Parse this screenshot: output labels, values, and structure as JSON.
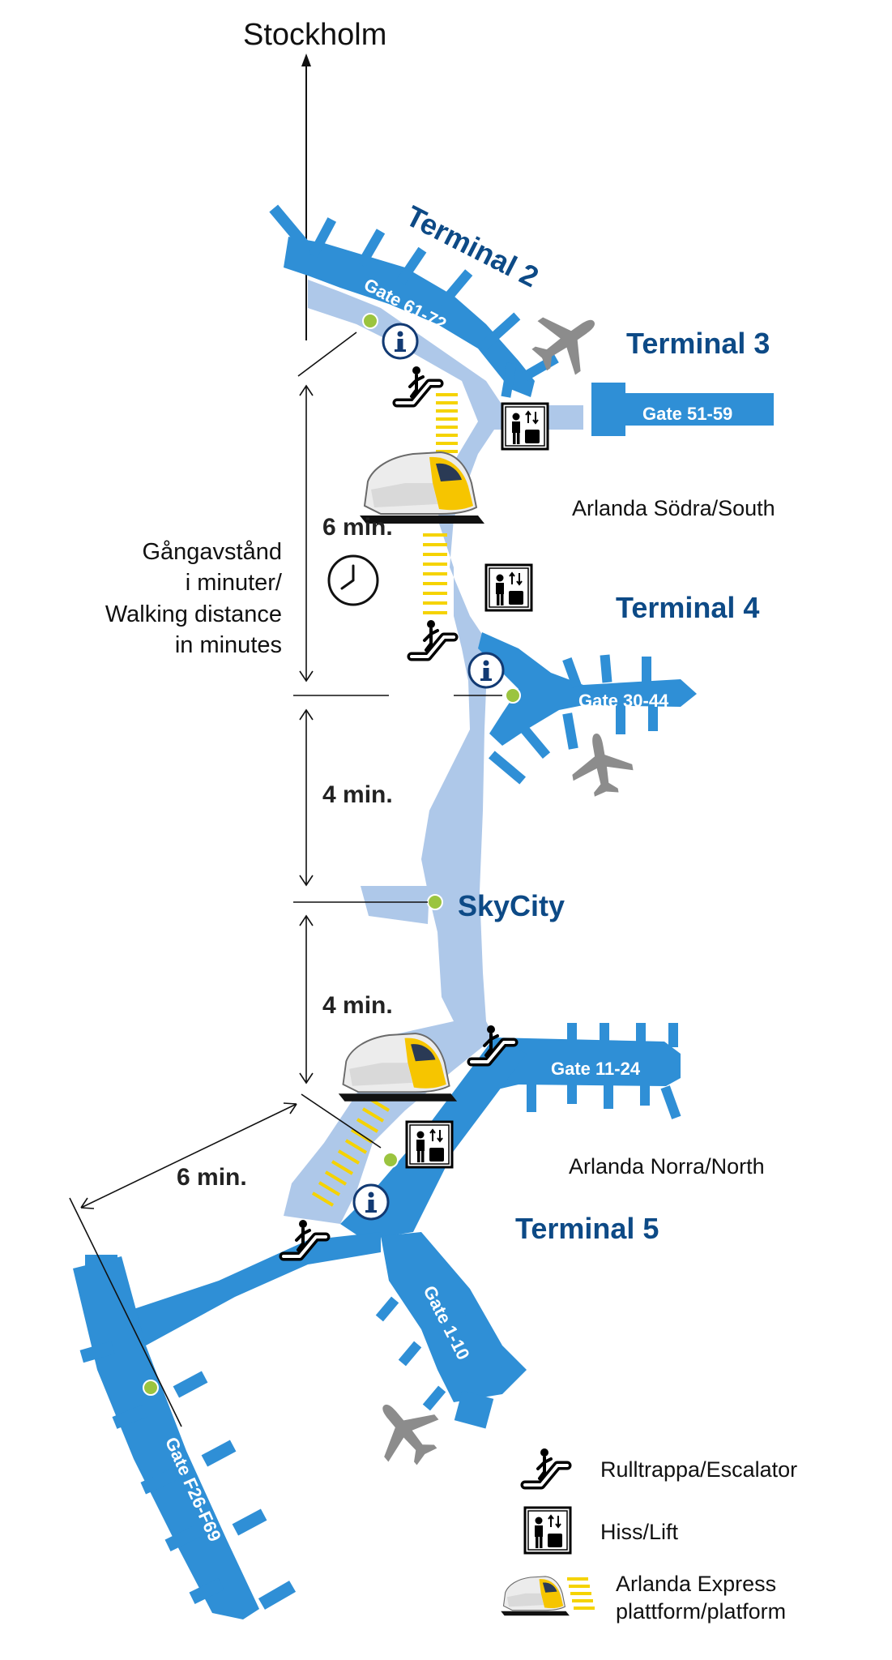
{
  "title": "Stockholm",
  "terminals": {
    "t2": "Terminal 2",
    "t3": "Terminal 3",
    "t4": "Terminal 4",
    "t5": "Terminal 5",
    "skycity": "SkyCity"
  },
  "areas": {
    "south": "Arlanda Södra/South",
    "north": "Arlanda Norra/North"
  },
  "gates": {
    "g61_72": "Gate 61-72",
    "g51_59": "Gate 51-59",
    "g30_44": "Gate 30-44",
    "g11_24": "Gate 11-24",
    "g1_10": "Gate 1-10",
    "gF26_F69": "Gate F26-F69"
  },
  "walking": {
    "lines": [
      "Gångavstånd",
      "i minuter/",
      "Walking distance",
      "in minutes"
    ],
    "seg1": "6 min.",
    "seg2": "4 min.",
    "seg3": "4 min.",
    "seg4": "6 min."
  },
  "legend": {
    "escalator": "Rulltrappa/Escalator",
    "lift": "Hiss/Lift",
    "express_line1": "Arlanda Express",
    "express_line2": "plattform/platform"
  },
  "icons": [
    "escalator-icon",
    "lift-icon",
    "info-icon",
    "airplane-icon",
    "clock-icon",
    "train-icon",
    "platform-icon"
  ],
  "colors": {
    "terminal_blue": "#2f8fd6",
    "corridor_light_blue": "#aec8e9",
    "title_blue": "#0d4a86",
    "platform_yellow": "#f5d300",
    "dot_green": "#9bc43f",
    "plane_gray": "#8c8c8c"
  }
}
